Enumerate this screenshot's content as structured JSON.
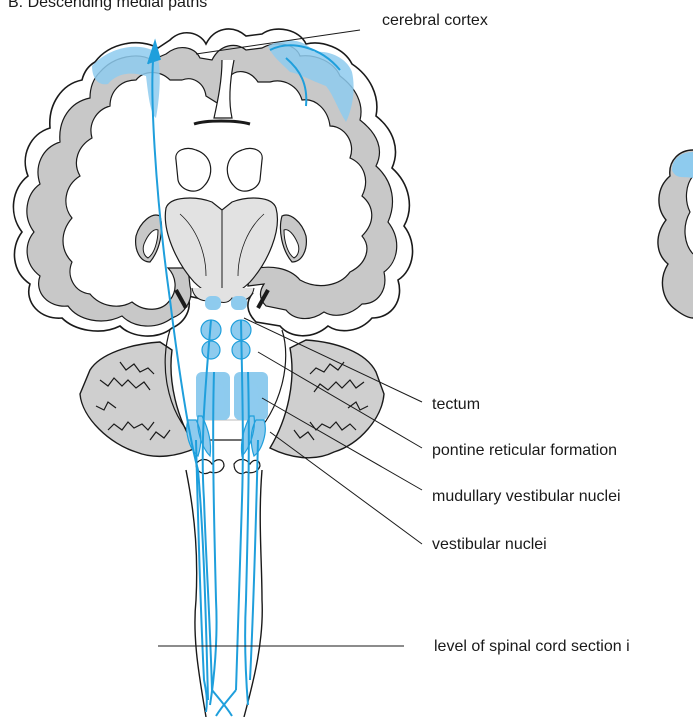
{
  "title": "B. Descending medial paths",
  "labels": {
    "cortex": "cerebral cortex",
    "tectum": "tectum",
    "pontine": "pontine reticular formation",
    "medullary": "mudullary vestibular nuclei",
    "vestibular": "vestibular nuclei",
    "level": "level of spinal cord section i"
  },
  "colors": {
    "pathway": "#1f9fdc",
    "highlight": "#8ecbee",
    "gray_matter": "#c8c8c8",
    "outline": "#1a1a1a"
  }
}
